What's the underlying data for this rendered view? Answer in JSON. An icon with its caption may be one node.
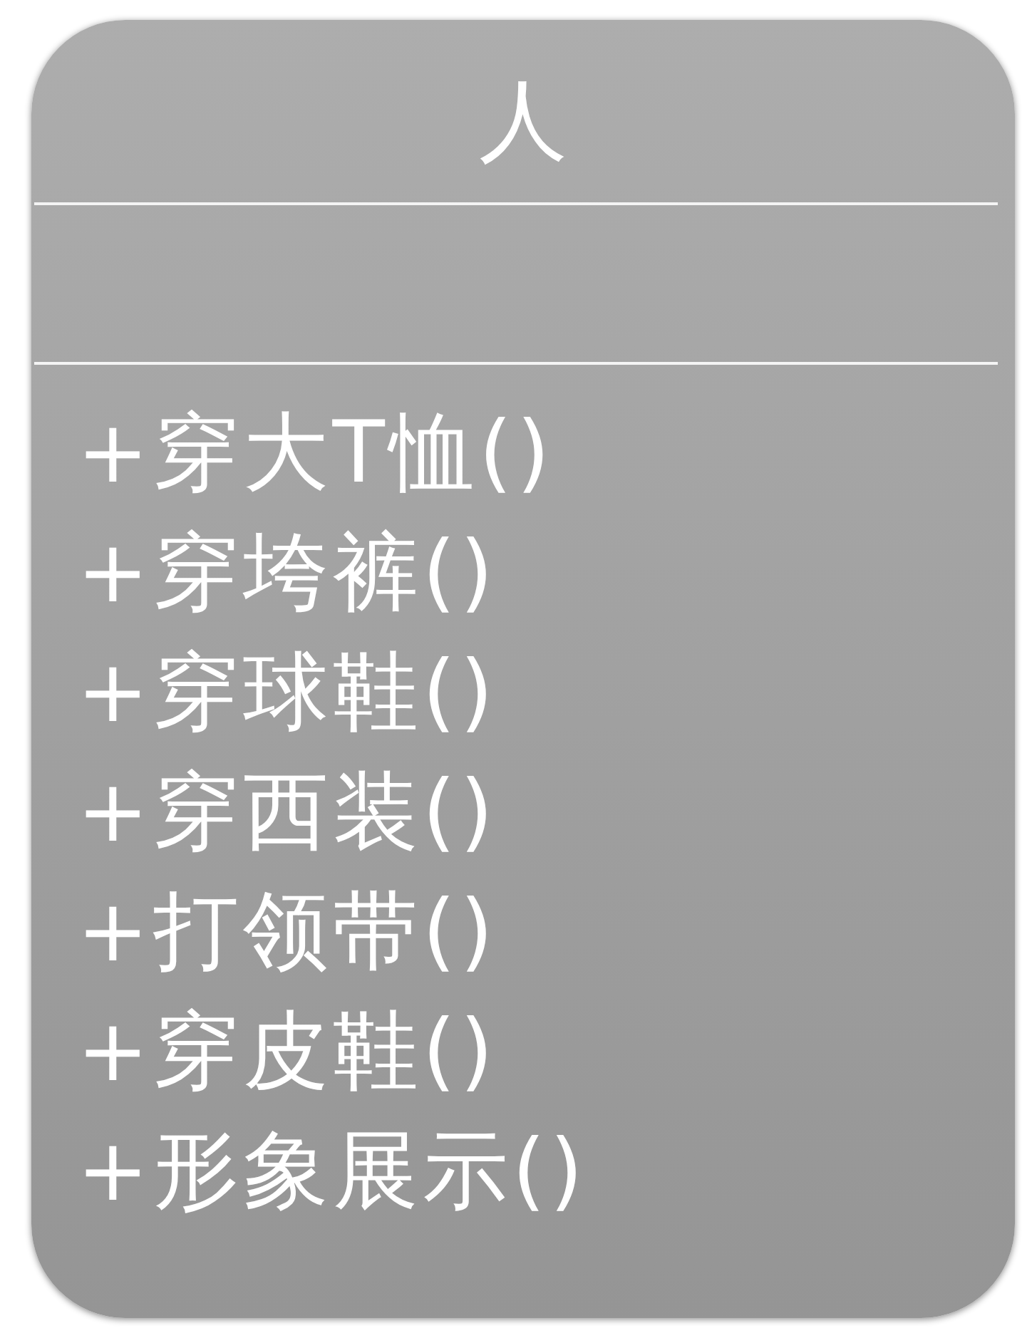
{
  "diagram": {
    "nodes": [
      {
        "text": [
          "人",
          "+穿大T恤()",
          "+穿垮裤()",
          "+穿球鞋()",
          "+穿西装()",
          "+打领带()",
          "+穿皮鞋()",
          "+形象展示()"
        ]
      }
    ]
  }
}
